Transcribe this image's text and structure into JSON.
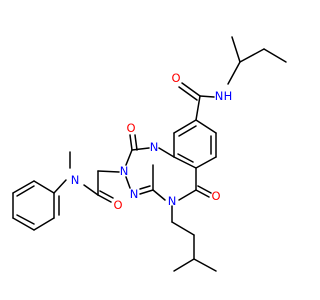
{
  "colors": {
    "background": "#ffffff",
    "bond": "#000000",
    "nitrogen": "#0000ff",
    "oxygen": "#ff0000"
  },
  "atom_labels": {
    "amide_n": "N",
    "amide_h": "H",
    "amide_o": "O",
    "n10": "N",
    "n2": "N",
    "n1": "N",
    "n4": "N",
    "o1": "O",
    "o5": "O",
    "acetamide_o": "O",
    "acetamide_n": "N"
  }
}
